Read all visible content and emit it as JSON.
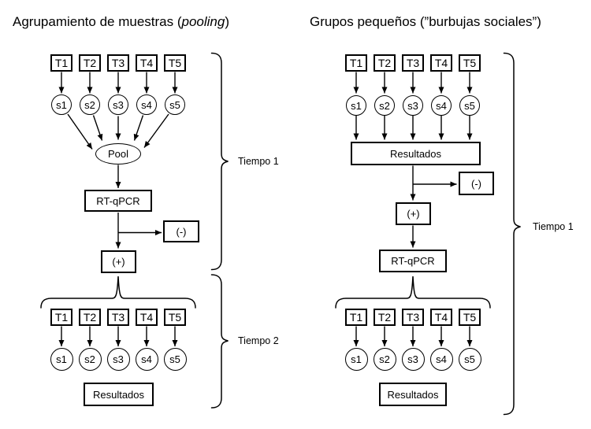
{
  "left": {
    "title": {
      "prefix": "Agrupamiento de muestras (",
      "italic": "pooling",
      "suffix": ")"
    },
    "tubes": [
      "T1",
      "T2",
      "T3",
      "T4",
      "T5"
    ],
    "samples": [
      "s1",
      "s2",
      "s3",
      "s4",
      "s5"
    ],
    "pool": "Pool",
    "pcr": "RT-qPCR",
    "negative": "(-)",
    "positive": "(+)",
    "results": "Resultados",
    "time1": "Tiempo 1",
    "time2": "Tiempo 2"
  },
  "right": {
    "title": "Grupos pequeños (”burbujas sociales”)",
    "tubes": [
      "T1",
      "T2",
      "T3",
      "T4",
      "T5"
    ],
    "samples": [
      "s1",
      "s2",
      "s3",
      "s4",
      "s5"
    ],
    "results_pooled": "Resultados",
    "negative": "(-)",
    "positive": "(+)",
    "pcr": "RT-qPCR",
    "results": "Resultados",
    "time1": "Tiempo 1"
  },
  "colors": {
    "line": "#000000",
    "background": "#ffffff"
  }
}
